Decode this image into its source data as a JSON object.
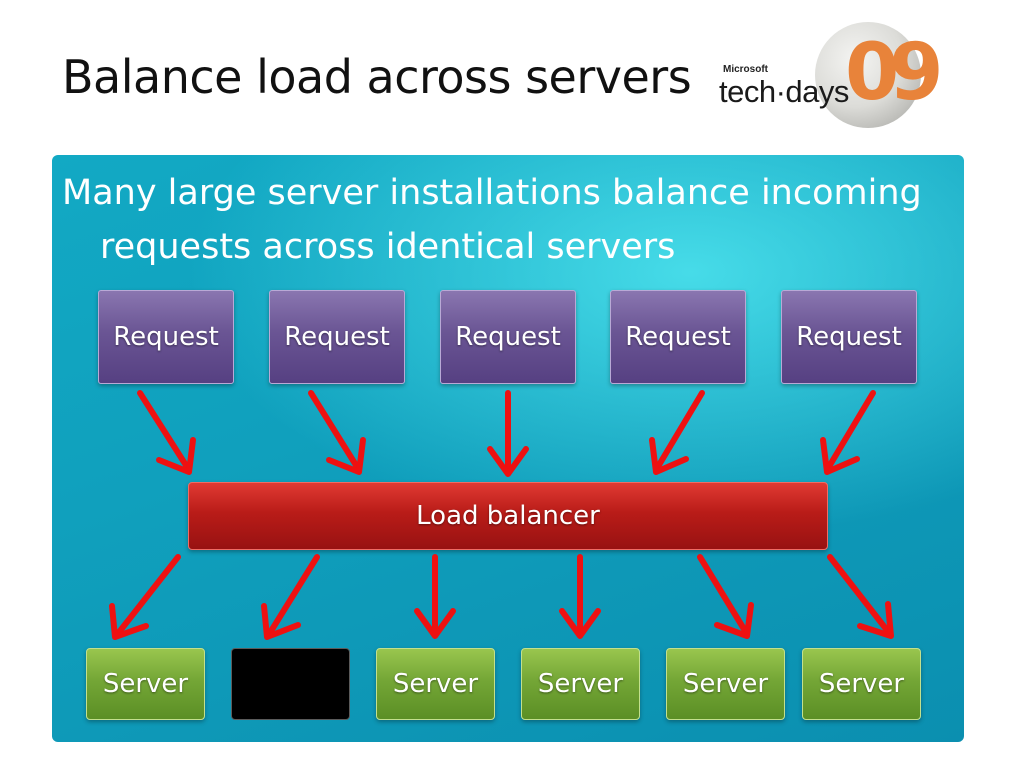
{
  "slide": {
    "title": "Balance load across servers",
    "subtitle": "Many large server installations balance incoming requests across identical servers"
  },
  "logo": {
    "maker": "Microsoft",
    "brand": "tech·days",
    "year": "09"
  },
  "diagram": {
    "requests": [
      "Request",
      "Request",
      "Request",
      "Request",
      "Request"
    ],
    "balancer_label": "Load balancer",
    "servers": [
      {
        "label": "Server",
        "state": "active"
      },
      {
        "label": "",
        "state": "offline"
      },
      {
        "label": "Server",
        "state": "active"
      },
      {
        "label": "Server",
        "state": "active"
      },
      {
        "label": "Server",
        "state": "active"
      },
      {
        "label": "Server",
        "state": "active"
      }
    ]
  },
  "colors": {
    "panel": "#10a0bd",
    "request_box": "#6a5594",
    "balancer_box": "#b91c18",
    "server_box": "#74a636",
    "offline_server": "#000000",
    "arrow": "#ee1111"
  }
}
